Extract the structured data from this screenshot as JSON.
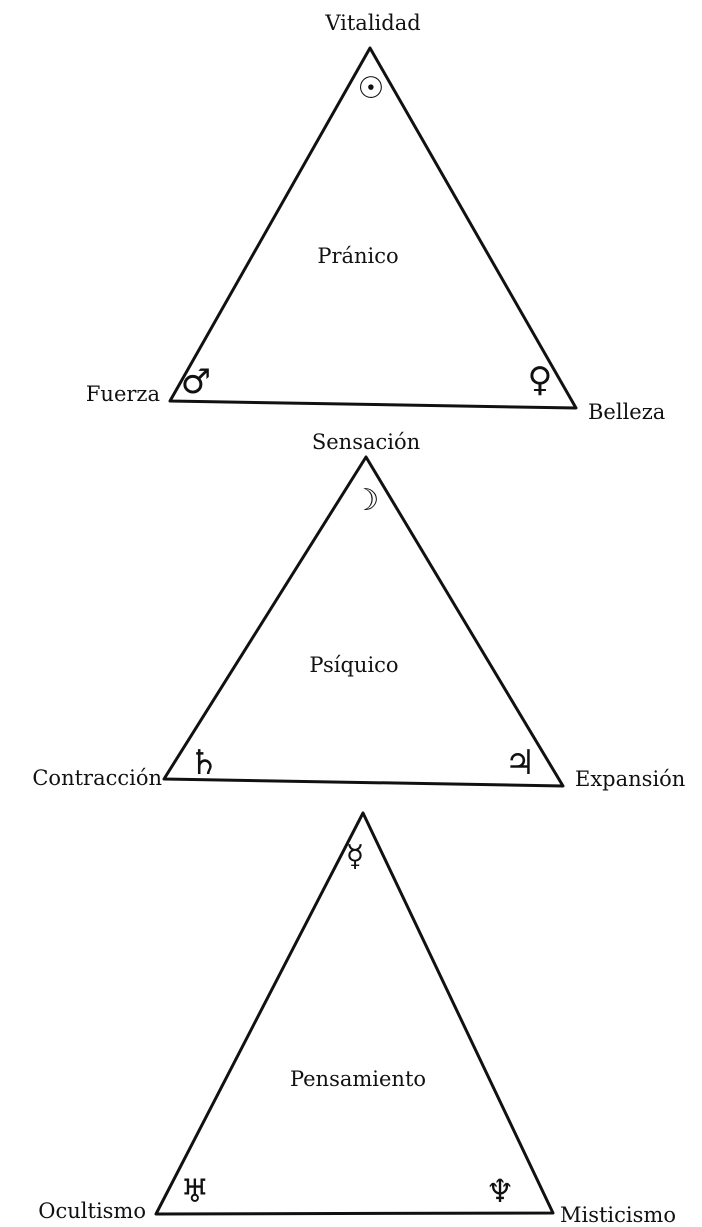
{
  "colors": {
    "ink": "#111111",
    "paper": "#ffffff"
  },
  "triangles": [
    {
      "center_label": "Pránico",
      "top": {
        "label": "Vitalidad",
        "symbol": "☉",
        "icon": "sun-icon"
      },
      "left": {
        "label": "Fuerza",
        "symbol": "♂",
        "icon": "mars-icon"
      },
      "right": {
        "label": "Belleza",
        "symbol": "♀",
        "icon": "venus-icon"
      }
    },
    {
      "center_label": "Psíquico",
      "top": {
        "label": "Sensación",
        "symbol": "☽",
        "icon": "moon-icon"
      },
      "left": {
        "label": "Contracción",
        "symbol": "♄",
        "icon": "saturn-icon"
      },
      "right": {
        "label": "Expansión",
        "symbol": "♃",
        "icon": "jupiter-icon"
      }
    },
    {
      "center_label": "Pensamiento",
      "top": {
        "label": "",
        "symbol": "☿",
        "icon": "mercury-icon"
      },
      "left": {
        "label": "Ocultismo",
        "symbol": "♅",
        "icon": "uranus-icon"
      },
      "right": {
        "label": "Misticismo",
        "symbol": "♆",
        "icon": "neptune-icon"
      }
    }
  ]
}
